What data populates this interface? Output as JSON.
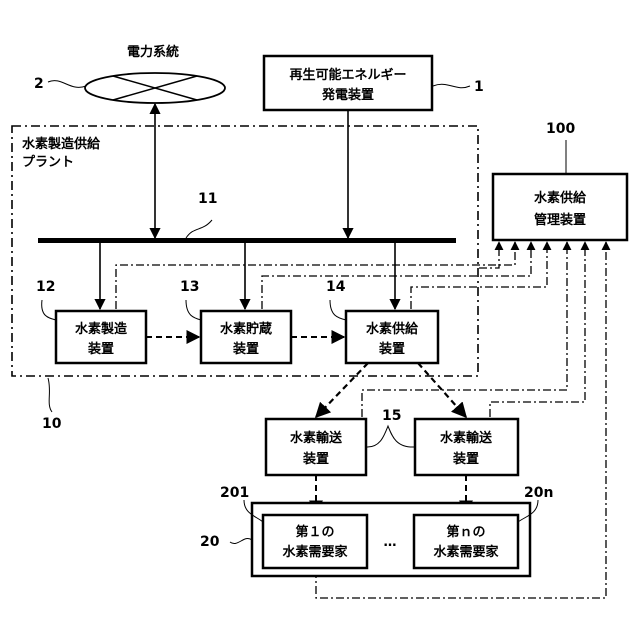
{
  "power_grid": {
    "label": "電力系統",
    "ref": "2"
  },
  "renewable": {
    "line1": "再生可能エネルギー",
    "line2": "発電装置",
    "ref": "1"
  },
  "plant": {
    "line1": "水素製造供給",
    "line2": "プラント",
    "ref": "10"
  },
  "bus": {
    "ref": "11"
  },
  "manager": {
    "line1": "水素供給",
    "line2": "管理装置",
    "ref": "100"
  },
  "production": {
    "line1": "水素製造",
    "line2": "装置",
    "ref": "12"
  },
  "storage": {
    "line1": "水素貯蔵",
    "line2": "装置",
    "ref": "13"
  },
  "supply": {
    "line1": "水素供給",
    "line2": "装置",
    "ref": "14"
  },
  "transport": {
    "line1": "水素輸送",
    "line2": "装置",
    "ref": "15"
  },
  "consumers": {
    "ref": "20",
    "ellipsis": "…",
    "first": {
      "line1": "第１の",
      "line2": "水素需要家",
      "ref": "201"
    },
    "last": {
      "line1": "第ｎの",
      "line2": "水素需要家",
      "ref": "20n"
    }
  }
}
